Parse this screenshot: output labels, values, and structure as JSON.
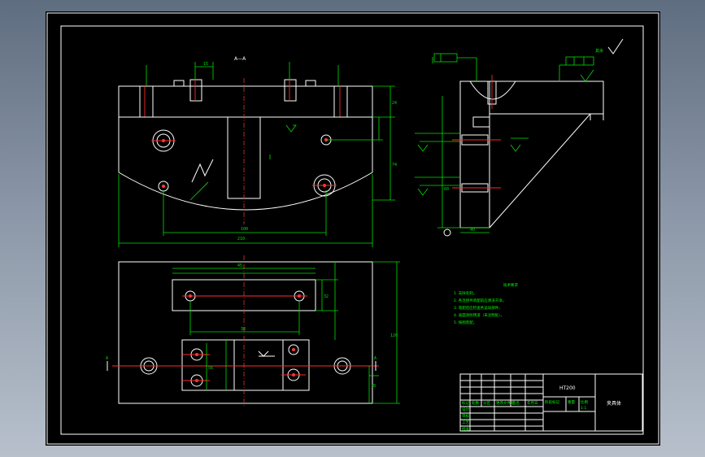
{
  "drawing": {
    "section_label": "A—A",
    "notes": {
      "heading": "技术要求",
      "items": [
        "1. 去除毛刺。",
        "2. 各连接件装配前应清洗干净。",
        "3. 装配后应检查各运动部件。",
        "4. 表面涂防锈漆（未注明处）。",
        "5. 按图装配。"
      ]
    },
    "title_block": {
      "part_name": "夹具体",
      "code": "HT200",
      "scale_values": [
        "1:1"
      ],
      "header_cells": [
        "标记",
        "处数",
        "分区",
        "更改文件号",
        "签名",
        "年月日"
      ],
      "row_labels": [
        "设计",
        "审核",
        "工艺",
        "批准"
      ],
      "mid_cells": [
        "阶段标记",
        "重量",
        "比例"
      ]
    },
    "surface_note": "其余",
    "datum_labels": [
      "A",
      "A"
    ],
    "dimension_labels": [
      "210",
      "100",
      "74",
      "60",
      "45",
      "38",
      "24",
      "120",
      "56",
      "40",
      "32",
      "18",
      "15"
    ]
  }
}
